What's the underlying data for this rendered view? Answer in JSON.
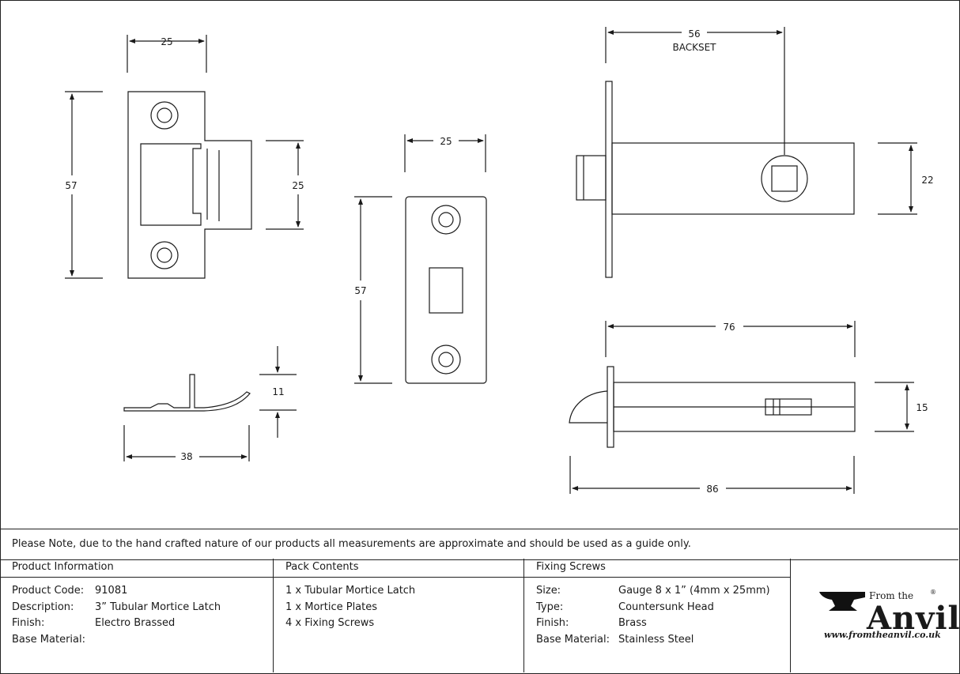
{
  "dimensions": {
    "keep_width": "25",
    "keep_height": "57",
    "keep_recess": "25",
    "plate_width": "25",
    "plate_height": "57",
    "backset_value": "56",
    "backset_label": "BACKSET",
    "case_height": "22",
    "body_length": "76",
    "case_depth": "15",
    "overall_length": "86",
    "side_height": "11",
    "side_length": "38"
  },
  "note": "Please Note, due to the hand crafted nature of our products all measurements are approximate and should be used as a guide only.",
  "product_info": {
    "header": "Product Information",
    "rows": [
      {
        "label": "Product Code:",
        "value": "91081"
      },
      {
        "label": "Description:",
        "value": "3” Tubular Mortice Latch"
      },
      {
        "label": "Finish:",
        "value": "Electro Brassed"
      },
      {
        "label": "Base Material:",
        "value": ""
      }
    ]
  },
  "pack_contents": {
    "header": "Pack Contents",
    "items": [
      "1 x Tubular Mortice Latch",
      "1 x Mortice Plates",
      "4 x Fixing Screws"
    ]
  },
  "fixing_screws": {
    "header": "Fixing Screws",
    "rows": [
      {
        "label": "Size:",
        "value": "Gauge 8 x 1” (4mm x 25mm)"
      },
      {
        "label": "Type:",
        "value": "Countersunk Head"
      },
      {
        "label": "Finish:",
        "value": "Brass"
      },
      {
        "label": "Base Material:",
        "value": "Stainless Steel"
      }
    ]
  },
  "logo": {
    "from": "From the",
    "name": "Anvil",
    "registered": "®",
    "url": "www.fromtheanvil.co.uk"
  }
}
